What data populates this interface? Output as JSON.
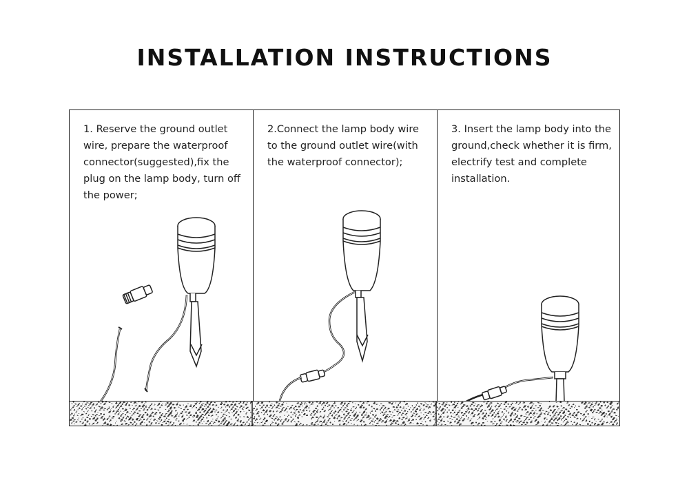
{
  "title": "INSTALLATION INSTRUCTIONS",
  "steps": [
    {
      "text": "1. Reserve the ground outlet wire, prepare the waterproof connector(suggested),fix the plug on the lamp body, turn off the power;",
      "icons": [
        "spike-lamp-icon",
        "waterproof-connector-icon",
        "wire-icon"
      ]
    },
    {
      "text": "2.Connect the lamp body wire to the ground outlet wire(with the waterproof connector);",
      "icons": [
        "spike-lamp-icon",
        "waterproof-connector-icon",
        "wire-icon"
      ]
    },
    {
      "text": "3. Insert the lamp body into the ground,check whether it is firm, electrify test and complete installation.",
      "icons": [
        "spike-lamp-icon",
        "waterproof-connector-icon",
        "wire-icon"
      ]
    }
  ],
  "colors": {
    "line": "#222222",
    "soil": "#f6f6f6",
    "background": "#ffffff"
  }
}
